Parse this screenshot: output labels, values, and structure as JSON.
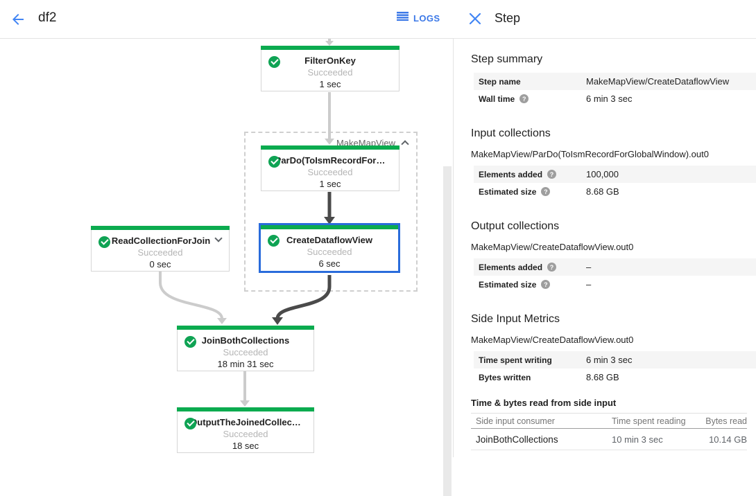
{
  "header": {
    "title": "df2",
    "logs_label": "LOGS"
  },
  "graph": {
    "group_label": "MakeMapView",
    "nodes": [
      {
        "name": "FilterOnKey",
        "status": "Succeeded",
        "time": "1 sec"
      },
      {
        "name": "ParDo(ToIsmRecordFor…",
        "status": "Succeeded",
        "time": "1 sec"
      },
      {
        "name": "CreateDataflowView",
        "status": "Succeeded",
        "time": "6 sec"
      },
      {
        "name": "ReadCollectionForJoin",
        "status": "Succeeded",
        "time": "0 sec"
      },
      {
        "name": "JoinBothCollections",
        "status": "Succeeded",
        "time": "18 min 31 sec"
      },
      {
        "name": "OutputTheJoinedCollec…",
        "status": "Succeeded",
        "time": "18 sec"
      }
    ]
  },
  "panel": {
    "title": "Step",
    "step_summary": {
      "heading": "Step summary",
      "rows": [
        {
          "label": "Step name",
          "value": "MakeMapView/CreateDataflowView"
        },
        {
          "label": "Wall time",
          "value": "6 min 3 sec"
        }
      ]
    },
    "input_collections": {
      "heading": "Input collections",
      "collection": "MakeMapView/ParDo(ToIsmRecordForGlobalWindow).out0",
      "rows": [
        {
          "label": "Elements added",
          "value": "100,000"
        },
        {
          "label": "Estimated size",
          "value": "8.68 GB"
        }
      ]
    },
    "output_collections": {
      "heading": "Output collections",
      "collection": "MakeMapView/CreateDataflowView.out0",
      "rows": [
        {
          "label": "Elements added",
          "value": "–"
        },
        {
          "label": "Estimated size",
          "value": "–"
        }
      ]
    },
    "side_input_metrics": {
      "heading": "Side Input Metrics",
      "collection": "MakeMapView/CreateDataflowView.out0",
      "rows": [
        {
          "label": "Time spent writing",
          "value": "6 min 3 sec"
        },
        {
          "label": "Bytes written",
          "value": "8.68 GB"
        }
      ]
    },
    "side_input_table": {
      "heading": "Time & bytes read from side input",
      "columns": [
        "Side input consumer",
        "Time spent reading",
        "Bytes read"
      ],
      "rows": [
        [
          "JoinBothCollections",
          "10 min 3 sec",
          "10.14 GB"
        ]
      ]
    }
  },
  "colors": {
    "accent_blue": "#4285f4",
    "logs_blue": "#3b78e7",
    "success_green": "#0bab4f",
    "selected_border": "#2a6cdb",
    "edge_light": "#cccccc",
    "edge_dark": "#4a4a4a"
  }
}
